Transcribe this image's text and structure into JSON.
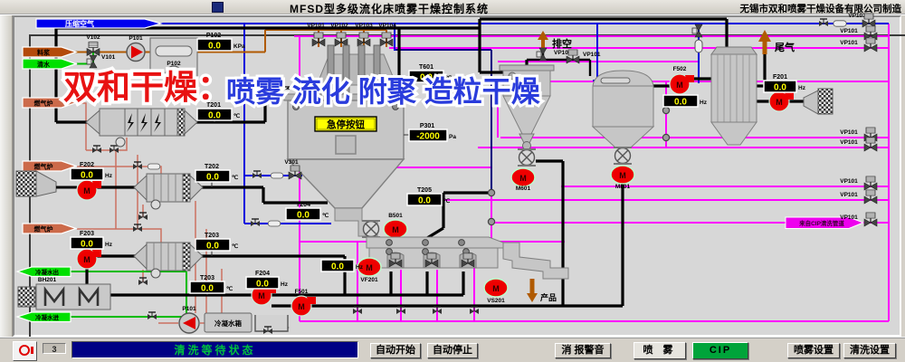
{
  "title_bar": {
    "title": "MFSD型多级流化床喷雾干燥控制系统",
    "company": "无锡市双和喷雾干燥设备有限公司制造"
  },
  "watermark": {
    "brand": "双和干燥：",
    "slogan": "喷雾 流化 附聚 造粒干燥",
    "brand_color": "#e81212",
    "slogan_color": "#2a3cdc"
  },
  "feed_arrows": {
    "compressed_air": "压缩空气",
    "slurry": "料浆",
    "water": "清水",
    "gas1": "燃气炉",
    "gas2": "燃气炉",
    "gas3": "燃气炉",
    "condensate_out": "冷凝水出",
    "condensate_in": "冷凝水进"
  },
  "stream_labels": {
    "vent": "排空",
    "tail_gas": "尾气",
    "product": "产品",
    "cip_source": "来自CIP清洗管道"
  },
  "equipment_labels": {
    "estop": "急停按钮",
    "condensate_tank": "冷凝水箱",
    "bh201": "BH201"
  },
  "valves": {
    "v101": "V101",
    "v102": "V102",
    "v301": "V301",
    "nozzle": [
      "VP101",
      "VP102",
      "VP103",
      "VP104"
    ],
    "vent_v1": "VP101",
    "vent_v2": "VP101",
    "right_label": "VP101"
  },
  "motors": {
    "letter": "M",
    "p101_feed": "P101",
    "p102_gauge": "P102",
    "f202": "F202",
    "f203": "F203",
    "f204": "F204",
    "f501": "F501",
    "f502": "F502",
    "f201": "F201",
    "m601": "M601",
    "m801": "M801",
    "b501": "B501",
    "vf201": "VF201",
    "vs201": "VS201",
    "p101_condensate": "P101"
  },
  "instruments": {
    "p102": {
      "label": "P102",
      "value": "0.0",
      "unit": "KPa"
    },
    "t201": {
      "label": "T201",
      "value": "0.0",
      "unit": "℃"
    },
    "t601": {
      "label": "T601",
      "value": "0.0",
      "unit": "℃"
    },
    "p301": {
      "label": "P301",
      "value": "-2000",
      "unit": "Pa"
    },
    "t205": {
      "label": "T205",
      "value": "0.0",
      "unit": "℃"
    },
    "t204": {
      "label": "T204",
      "value": "0.0",
      "unit": "℃"
    },
    "f202": {
      "label": "F202",
      "value": "0.0",
      "unit": "Hz"
    },
    "t202": {
      "label": "T202",
      "value": "0.0",
      "unit": "℃"
    },
    "f203": {
      "label": "F203",
      "value": "0.0",
      "unit": "Hz"
    },
    "t203": {
      "label": "T203",
      "value": "0.0",
      "unit": "℃"
    },
    "t203b": {
      "label": "T203",
      "value": "0.0",
      "unit": "℃"
    },
    "f204": {
      "label": "F204",
      "value": "0.0",
      "unit": "Hz"
    },
    "vf201": {
      "label": "VF201",
      "value": "0.0",
      "unit": "Hz"
    },
    "f502": {
      "label": "F502",
      "value": "0.0",
      "unit": "Hz"
    },
    "f201": {
      "label": "F201",
      "value": "0.0",
      "unit": "Hz"
    }
  },
  "toolbar": {
    "counter": "3",
    "status": "清洗等待状态",
    "buttons": {
      "auto_start": "自动开始",
      "auto_stop": "自动停止",
      "mute_alarm": "消 报警音",
      "spray": "喷 雾",
      "cip": "CIP",
      "spray_settings": "喷雾设置",
      "clean_settings": "清洗设置"
    }
  },
  "colors": {
    "compressed_air_pipe": "#0000dd",
    "cip_pipe": "#ff00ff",
    "slurry_pipe": "#b05a00",
    "gas_pipe": "#cc7060",
    "water_pipe": "#00bb00",
    "air_duct": "#000000",
    "navy_pipe": "#000080",
    "display_bg": "#000000",
    "display_value": "#ffff00",
    "motor_fill": "#ee0000",
    "estop_bg": "#ffff00",
    "status_bg": "#000085",
    "status_text": "#00c23e",
    "cip_button_bg": "#00a43a"
  }
}
